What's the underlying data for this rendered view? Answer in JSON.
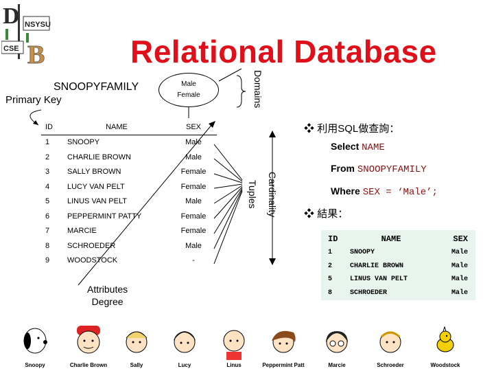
{
  "logo": {
    "top_text": "NSYSU",
    "bottom_text": "CSE",
    "letter1": "D",
    "letter2": "B"
  },
  "title": "Relational Database",
  "relation_name": "SNOOPYFAMILY",
  "primary_key_label": "Primary Key",
  "domains": {
    "label": "Domains",
    "values": [
      "Male",
      "Female"
    ]
  },
  "tuples_label": "Tuples",
  "cardinality_label": "Cardinality",
  "attributes_label": "Attributes",
  "degree_label": "Degree",
  "table": {
    "headers": [
      "ID",
      "NAME",
      "SEX"
    ],
    "rows": [
      [
        "1",
        "SNOOPY",
        "Male"
      ],
      [
        "2",
        "CHARLIE BROWN",
        "Male"
      ],
      [
        "3",
        "SALLY BROWN",
        "Female"
      ],
      [
        "4",
        "LUCY VAN PELT",
        "Female"
      ],
      [
        "5",
        "LINUS VAN PELT",
        "Male"
      ],
      [
        "6",
        "PEPPERMINT PATTY",
        "Female"
      ],
      [
        "7",
        "MARCIE",
        "Female"
      ],
      [
        "8",
        "SCHROEDER",
        "Male"
      ],
      [
        "9",
        "WOODSTOCK",
        "-"
      ]
    ]
  },
  "query": {
    "intro": "利用SQL做查詢：",
    "select_kw": "Select",
    "select_col": "NAME",
    "from_kw": "From",
    "from_table": "SNOOPYFAMILY",
    "where_kw": "Where",
    "where_cond": "SEX = ‘Male’;"
  },
  "result": {
    "label": "結果：",
    "headers": [
      "ID",
      "NAME",
      "SEX"
    ],
    "rows": [
      [
        "1",
        "SNOOPY",
        "Male"
      ],
      [
        "2",
        "CHARLIE BROWN",
        "Male"
      ],
      [
        "5",
        "LINUS VAN PELT",
        "Male"
      ],
      [
        "8",
        "SCHROEDER",
        "Male"
      ]
    ]
  },
  "characters": [
    "Snoopy",
    "Charlie Brown",
    "Sally",
    "Lucy",
    "Linus",
    "Peppermint Patt",
    "Marcie",
    "Schroeder",
    "Woodstock"
  ]
}
